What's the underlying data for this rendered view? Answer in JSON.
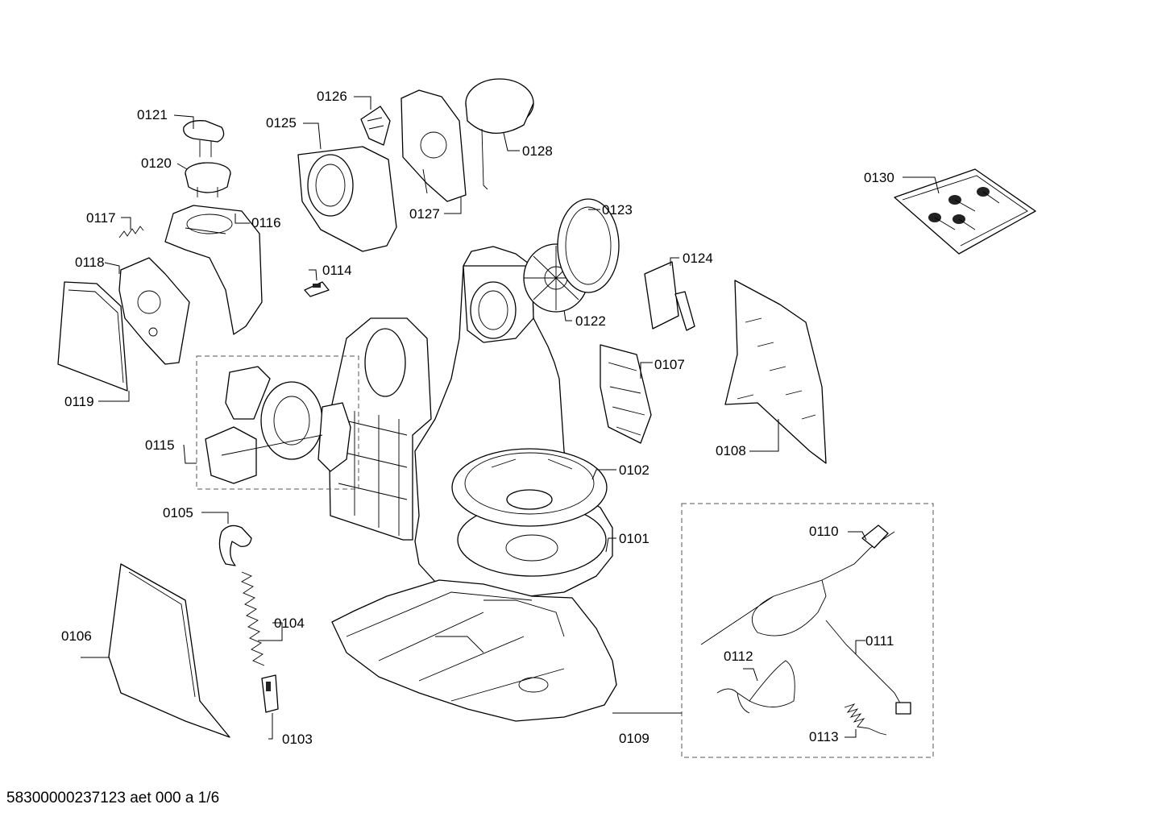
{
  "labels": {
    "p0101": "0101",
    "p0102": "0102",
    "p0103": "0103",
    "p0104": "0104",
    "p0105": "0105",
    "p0106": "0106",
    "p0107": "0107",
    "p0108": "0108",
    "p0109": "0109",
    "p0110": "0110",
    "p0111": "0111",
    "p0112": "0112",
    "p0113": "0113",
    "p0114": "0114",
    "p0115": "0115",
    "p0116": "0116",
    "p0117": "0117",
    "p0118": "0118",
    "p0119": "0119",
    "p0120": "0120",
    "p0121": "0121",
    "p0122": "0122",
    "p0123": "0123",
    "p0124": "0124",
    "p0125": "0125",
    "p0126": "0126",
    "p0127": "0127",
    "p0128": "0128",
    "p0130": "0130"
  },
  "footer": "58300000237123 aet 000 a 1/6"
}
